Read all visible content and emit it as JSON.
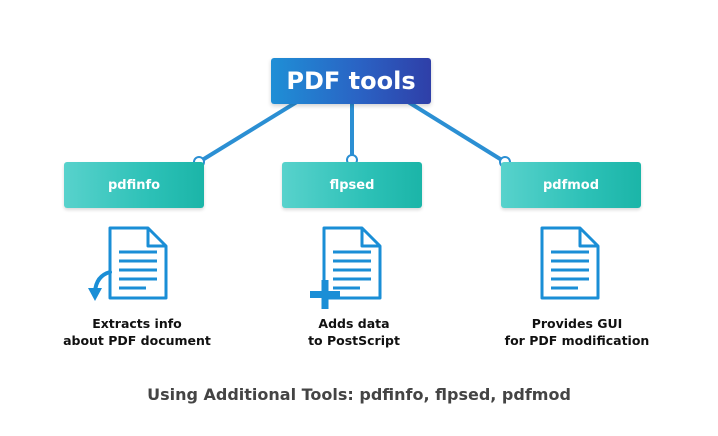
{
  "root": {
    "label": "PDF tools"
  },
  "tools": [
    {
      "label": "pdfinfo",
      "description_line1": "Extracts info",
      "description_line2": "about PDF document",
      "badge_icon": "curved-arrow-icon"
    },
    {
      "label": "flpsed",
      "description_line1": "Adds data",
      "description_line2": "to PostScript",
      "badge_icon": "plus-icon"
    },
    {
      "label": "pdfmod",
      "description_line1": "Provides GUI",
      "description_line2": "for PDF modification",
      "badge_icon": ""
    }
  ],
  "caption": "Using Additional Tools: pdfinfo, flpsed, pdfmod",
  "colors": {
    "root_gradient": [
      "#1f8fd6",
      "#2f3fa8"
    ],
    "tool_gradient": [
      "#58d2cc",
      "#1bb5a8"
    ],
    "connector": "#2b8fd3",
    "icon": "#1a8ed6"
  }
}
